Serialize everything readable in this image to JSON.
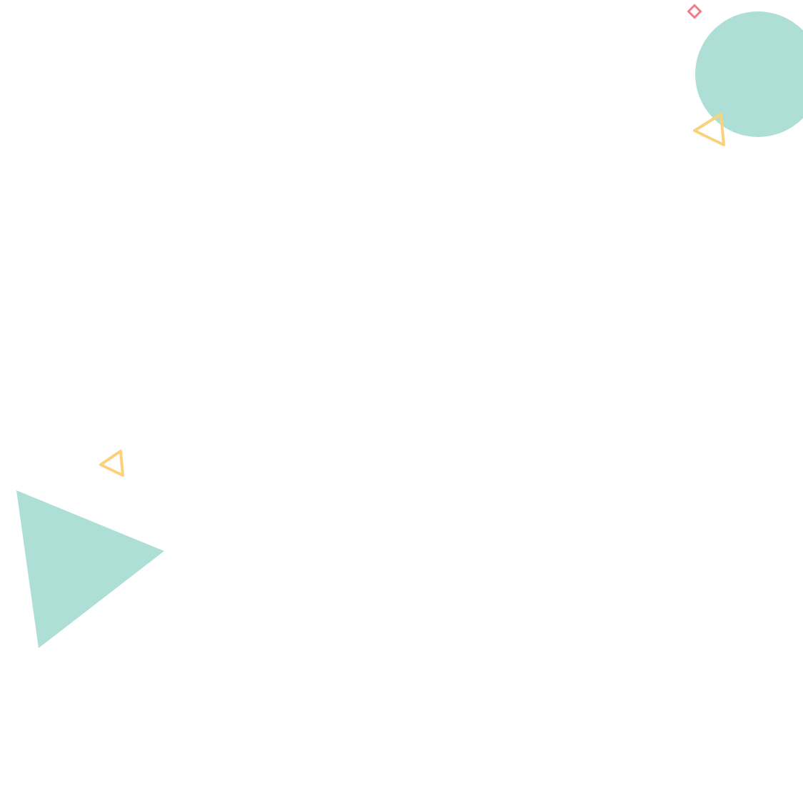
{
  "background_color": "#ffffff",
  "shapes": {
    "teal_circle": {
      "icon": "filled-circle",
      "color": "#addfd6"
    },
    "teal_triangle": {
      "icon": "filled-triangle",
      "color": "#addfd6"
    },
    "yellow_triangle_outline_top": {
      "icon": "outline-triangle",
      "color": "#fbd27c"
    },
    "yellow_triangle_outline_left": {
      "icon": "outline-triangle",
      "color": "#fcd17a"
    },
    "pink_diamond_outline": {
      "icon": "outline-diamond",
      "color": "#f57b8c"
    }
  }
}
